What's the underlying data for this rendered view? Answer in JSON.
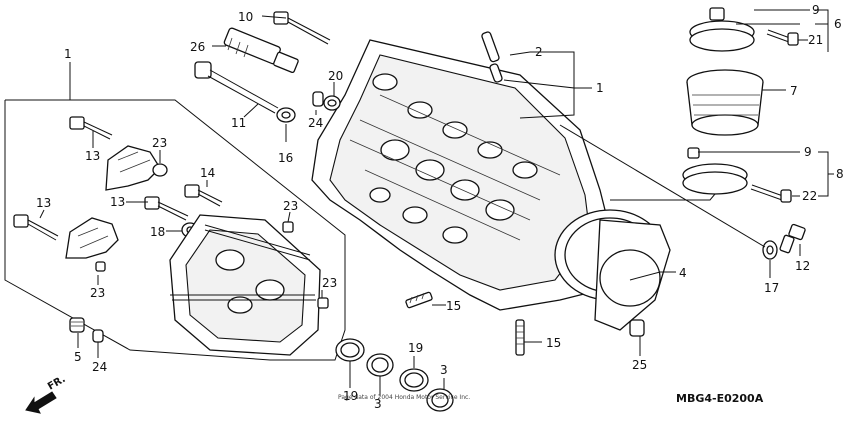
{
  "diagram": {
    "code": "MBG4-E0200A",
    "copyright": "Page data of 2004 Honda Motor Service Inc.",
    "front_label": "FR.",
    "callouts": [
      "1",
      "1",
      "2",
      "3",
      "3",
      "4",
      "5",
      "6",
      "7",
      "8",
      "9",
      "9",
      "10",
      "11",
      "12",
      "13",
      "13",
      "13",
      "14",
      "15",
      "15",
      "16",
      "17",
      "18",
      "19",
      "19",
      "20",
      "21",
      "22",
      "23",
      "23",
      "23",
      "23",
      "24",
      "24",
      "25",
      "26"
    ]
  }
}
